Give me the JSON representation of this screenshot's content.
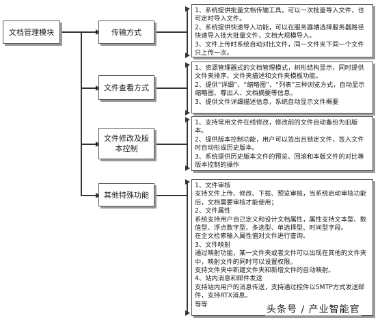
{
  "root": {
    "label": "文档管理模块"
  },
  "branches": [
    {
      "label": "传输方式",
      "lines": [
        "1、系统提供批量文档传输工具，可以一次批量导入文件，也可定时导入文件。",
        "2、系统提供快速导入功能，可以在服务器端选择服务器路径快速导入批大批量文件，文档大规模导入。",
        "3、文件上传时系统自动对比文件，同一文件夹下同一个文件只上传一次。"
      ]
    },
    {
      "label": "文件查看方式",
      "lines": [
        "1、资源管理器式的文档管理模式，树形结构显示，同时提供文件夹排序、文件夹描述和文件夹模板功能。",
        "2、提供“详细”、“缩略图”、“列表”三种浏览方式，自动显示缩略图、尊出人、文档摘要等信息。",
        "3、提供文件详细描述信息，系统自动显示文件概要"
      ]
    },
    {
      "label": "文件修改及版本控制",
      "lines": [
        "1、支持常用文件在线修改，修改前的文件自动备份为旧版本。",
        "2、提供版本控制功能，用户可以签出且锁定文件，签入文件时自动形成历史版本。",
        "3、系统提供历史版本文件的预览、回滚和本版文件的对比等版本控制的操作"
      ]
    },
    {
      "label": "其他特殊功能",
      "lines": [
        "1、文件审核",
        "支持文件上传、修改、下载、预览审核，当系统启动审核功能后，文档需要审核才能使用；",
        "2、文件属性",
        "系统支持用户自己定义和设计文档属性，属性支持文本型、数值型、浮点数字型、多选型、单选择型、时间型字段。",
        "在全文检索输入属性值对文件进行查询。",
        "3、文件映射",
        "通过映射功能，某一文件夹或者文件可以出现在其他的文件夹中，映射文件的同时可以设置权限。",
        "支持文件夹中新建文件夹和新增文件的自动映射。",
        "4、站内消息和邮件发送",
        "支持站内用户的消息传送，支持通过控件以SMTP方式发送邮件，支持RTX消息。",
        "等等"
      ]
    }
  ],
  "watermark": {
    "text": "头条号 / 产业智能官"
  }
}
